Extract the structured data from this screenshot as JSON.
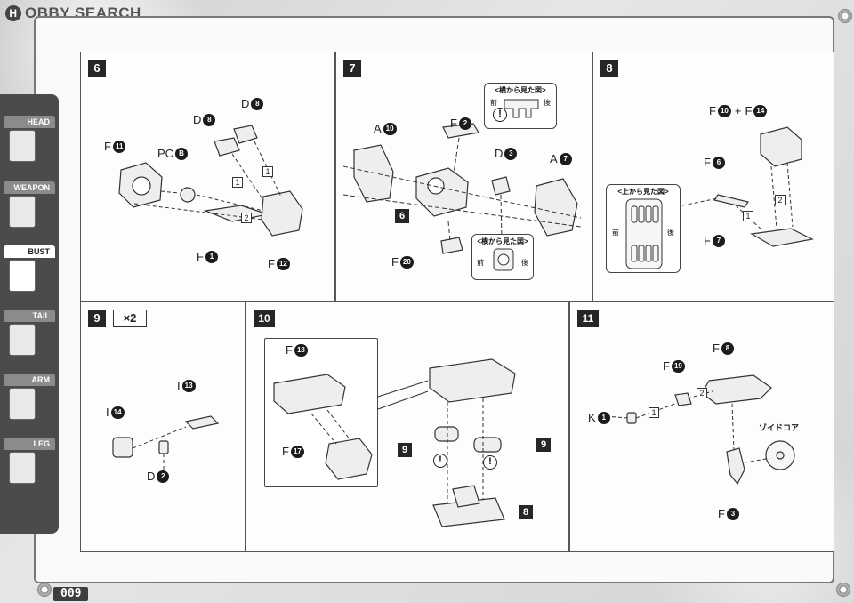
{
  "watermark": {
    "logo_letter": "H",
    "text": "OBBY SEARCH"
  },
  "page_number": "009",
  "nav": [
    {
      "label": "HEAD",
      "active": false
    },
    {
      "label": "WEAPON",
      "active": false
    },
    {
      "label": "BUST",
      "active": true
    },
    {
      "label": "TAIL",
      "active": false
    },
    {
      "label": "ARM",
      "active": false
    },
    {
      "label": "LEG",
      "active": false
    }
  ],
  "steps": {
    "s6": {
      "num": "6",
      "parts": {
        "f11": {
          "letter": "F",
          "num": "11"
        },
        "pcb": {
          "letter": "PC",
          "num": "B"
        },
        "d8a": {
          "letter": "D",
          "num": "8"
        },
        "d8b": {
          "letter": "D",
          "num": "8"
        },
        "f1": {
          "letter": "F",
          "num": "1"
        },
        "f12": {
          "letter": "F",
          "num": "12"
        }
      },
      "order": {
        "a": "1",
        "b": "1",
        "c": "2"
      }
    },
    "s7": {
      "num": "7",
      "parts": {
        "a10": {
          "letter": "A",
          "num": "10"
        },
        "f2": {
          "letter": "F",
          "num": "2"
        },
        "d3": {
          "letter": "D",
          "num": "3"
        },
        "a7": {
          "letter": "A",
          "num": "7"
        },
        "f20": {
          "letter": "F",
          "num": "20"
        }
      },
      "ref": "6",
      "callout_side": {
        "title": "<横から見た図>",
        "front": "前",
        "back": "後"
      },
      "callout_side2": {
        "title": "<横から見た図>",
        "front": "前",
        "back": "後"
      }
    },
    "s8": {
      "num": "8",
      "parts": {
        "f10": {
          "letter": "F",
          "num": "10"
        },
        "plus": "+",
        "f14": {
          "letter": "F",
          "num": "14"
        },
        "f6": {
          "letter": "F",
          "num": "6"
        },
        "f7": {
          "letter": "F",
          "num": "7"
        }
      },
      "order": {
        "a": "2",
        "b": "1"
      },
      "callout_top": {
        "title": "<上から見た図>",
        "front": "前",
        "back": "後"
      }
    },
    "s9": {
      "num": "9",
      "multiplier": "×2",
      "parts": {
        "i13": {
          "letter": "I",
          "num": "13"
        },
        "i14": {
          "letter": "I",
          "num": "14"
        },
        "d2": {
          "letter": "D",
          "num": "2"
        }
      }
    },
    "s10": {
      "num": "10",
      "parts": {
        "f18": {
          "letter": "F",
          "num": "18"
        },
        "f17": {
          "letter": "F",
          "num": "17"
        }
      },
      "ref9a": "9",
      "ref9b": "9",
      "ref8": "8"
    },
    "s11": {
      "num": "11",
      "parts": {
        "f8": {
          "letter": "F",
          "num": "8"
        },
        "f19": {
          "letter": "F",
          "num": "19"
        },
        "k1": {
          "letter": "K",
          "num": "1"
        },
        "f3": {
          "letter": "F",
          "num": "3"
        }
      },
      "order": {
        "a": "1",
        "b": "2"
      },
      "zoid_core": "ゾイドコア"
    }
  }
}
